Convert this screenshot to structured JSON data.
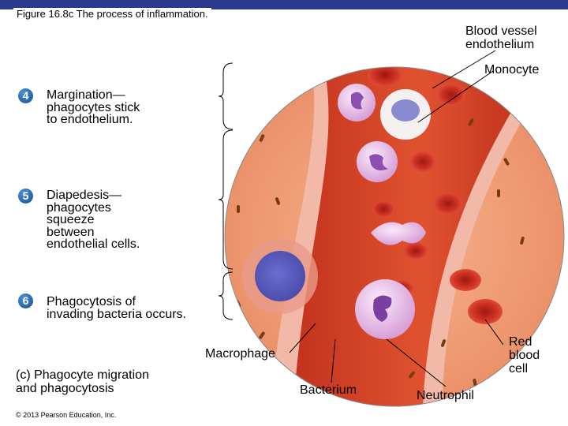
{
  "title": "Figure 16.8c The process of inflammation.",
  "labels": {
    "blood_vessel": [
      "Blood vessel",
      "endothelium"
    ],
    "monocyte": "Monocyte",
    "macrophage": "Macrophage",
    "bacterium": "Bacterium",
    "neutrophil": "Neutrophil",
    "red_blood_cell": [
      "Red",
      "blood",
      "cell"
    ]
  },
  "steps": [
    {
      "number": "4",
      "lines": [
        "Margination—",
        "phagocytes stick",
        "to endothelium."
      ]
    },
    {
      "number": "5",
      "lines": [
        "Diapedesis—",
        "phagocytes",
        "squeeze",
        "between",
        "endothelial cells."
      ]
    },
    {
      "number": "6",
      "lines": [
        "Phagocytosis of",
        "invading bacteria occurs."
      ]
    }
  ],
  "caption": [
    "(c) Phagocyte migration",
    "and phagocytosis"
  ],
  "copyright": "© 2013 Pearson Education, Inc.",
  "colors": {
    "header_bar": "#2a3a8c",
    "step_badge": "#1f5fa8",
    "tissue": "#f0a27a",
    "vessel": "#d8442a",
    "red_blood_cell": "#c8281e",
    "phagocyte": "#d9a6d6"
  }
}
